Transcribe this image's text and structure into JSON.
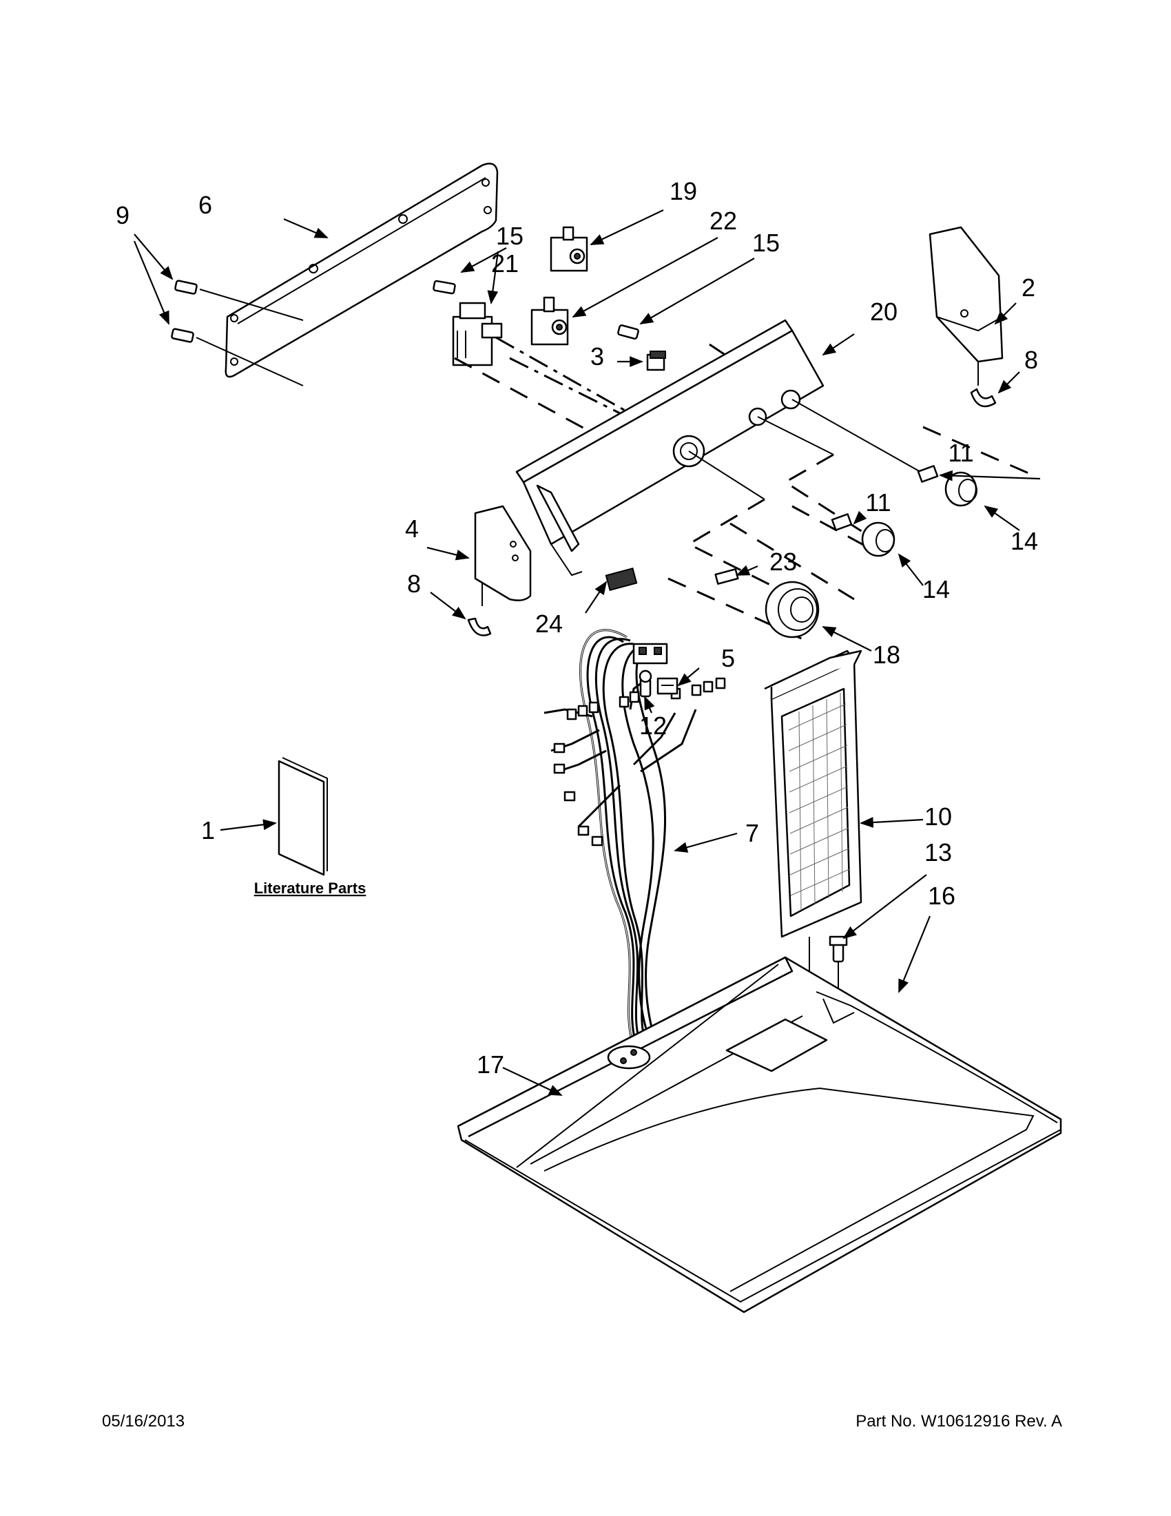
{
  "labels": {
    "l1": "1",
    "l2": "2",
    "l3": "3",
    "l4": "4",
    "l5": "5",
    "l6": "6",
    "l7": "7",
    "l8": "8",
    "l9": "9",
    "l10": "10",
    "l11": "11",
    "l12": "12",
    "l13": "13",
    "l14": "14",
    "l15": "15",
    "l16": "16",
    "l17": "17",
    "l18": "18",
    "l19": "19",
    "l20": "20",
    "l21": "21",
    "l22": "22",
    "l23": "23",
    "l24": "24"
  },
  "literature_caption": "Literature Parts",
  "footer": {
    "date": "05/16/2013",
    "part_number": "Part No.  W10612916  Rev.  A"
  }
}
